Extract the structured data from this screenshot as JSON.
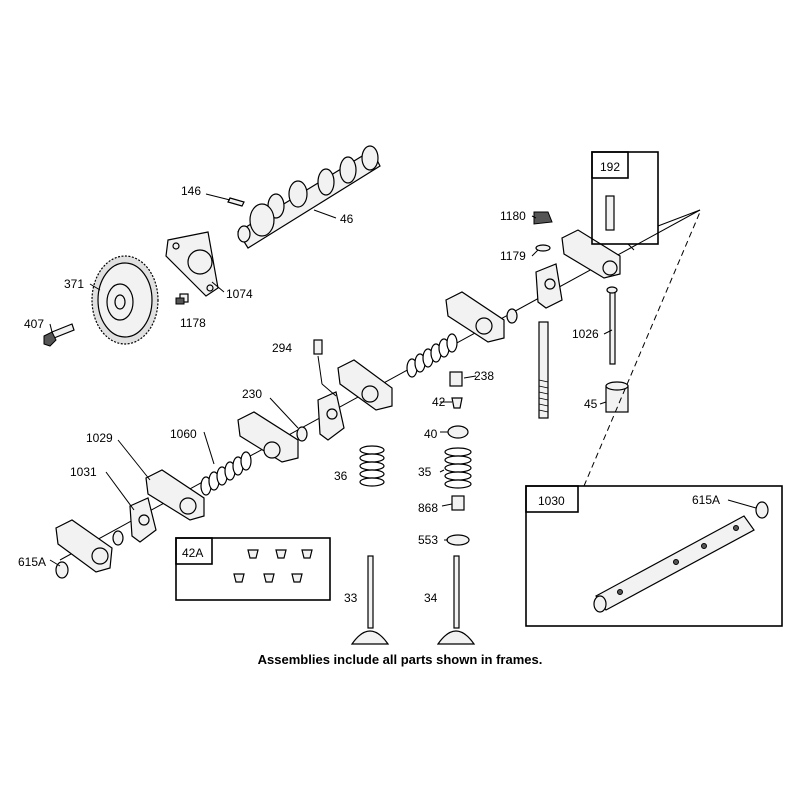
{
  "caption": "Assemblies include all parts shown in frames.",
  "labels": {
    "p146": "146",
    "p46": "46",
    "p371": "371",
    "p1074": "1074",
    "p407": "407",
    "p1178": "1178",
    "p294": "294",
    "p230": "230",
    "p1029": "1029",
    "p1060": "1060",
    "p1031": "1031",
    "p615A_left": "615A",
    "p36": "36",
    "p238": "238",
    "p42": "42",
    "p40": "40",
    "p35": "35",
    "p868": "868",
    "p553": "553",
    "p33": "33",
    "p34": "34",
    "p1180": "1180",
    "p1179": "1179",
    "p1026": "1026",
    "p45": "45",
    "p615A_right": "615A"
  },
  "frames": {
    "f192": "192",
    "f1030": "1030",
    "f42A": "42A"
  }
}
